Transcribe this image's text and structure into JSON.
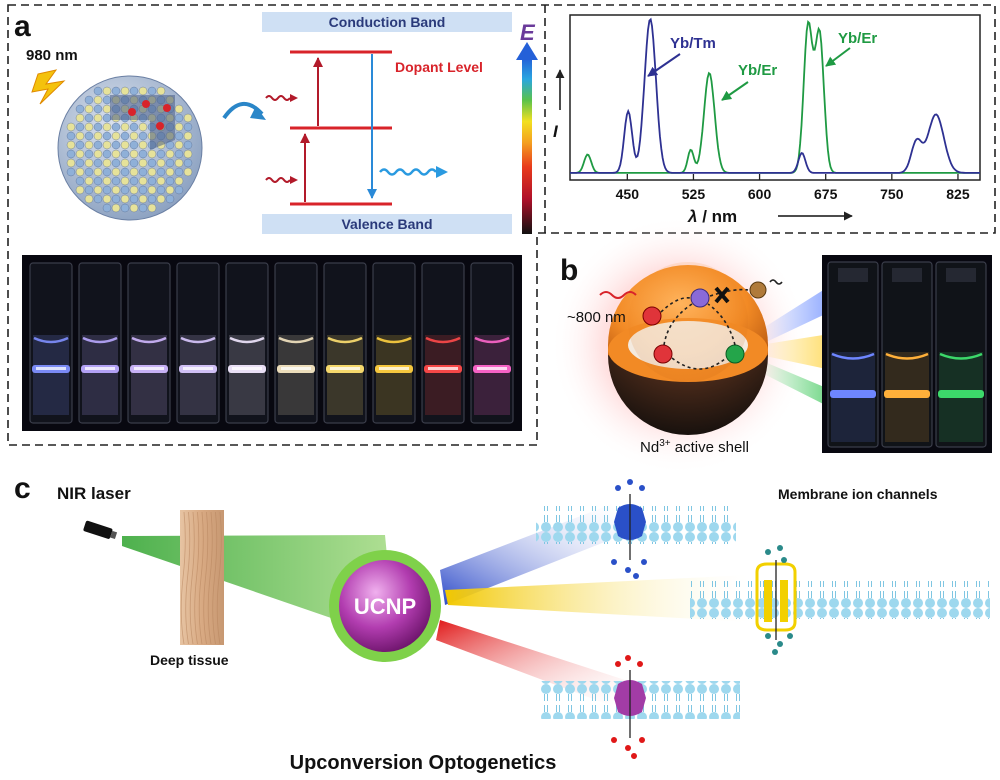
{
  "panel_a": {
    "label": "a",
    "excitation": "980 nm",
    "energy_axis": "E",
    "conduction_band": "Conduction Band",
    "valence_band": "Valence Band",
    "dopant_level": "Dopant Level"
  },
  "spectrum": {
    "ylabel": "I",
    "xlabel_lambda": "λ",
    "xlabel_unit": " / nm",
    "ticks": [
      "450",
      "525",
      "600",
      "675",
      "750",
      "825"
    ],
    "annotations": [
      "Yb/Tm",
      "Yb/Er",
      "Yb/Er"
    ],
    "colors": {
      "tm": "#2e3192",
      "er": "#1f9a43"
    }
  },
  "cuvettes_a": {
    "glow_colors": [
      "#7f8fff",
      "#b9a8ff",
      "#d0b8ff",
      "#d9c8ff",
      "#f2e8ff",
      "#f5e6c2",
      "#ffe070",
      "#ffd040",
      "#ff4a4a",
      "#ff66cc"
    ]
  },
  "panel_b": {
    "label": "b",
    "excitation": "~800 nm",
    "shell_prefix": "Nd",
    "shell_sup": "3+",
    "shell_suffix": " active shell",
    "cuvette_colors": [
      "#6e86ff",
      "#ffb03a",
      "#3cd86a"
    ]
  },
  "panel_c": {
    "label": "c",
    "laser": "NIR laser",
    "tissue": "Deep tissue",
    "ucnp": "UCNP",
    "channels": "Membrane ion channels",
    "title": "Upconversion Optogenetics"
  }
}
